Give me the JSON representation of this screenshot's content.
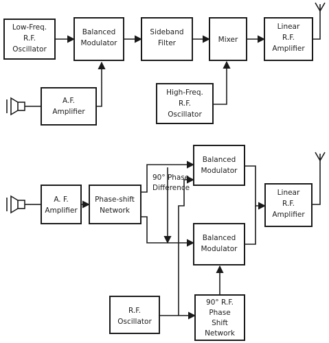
{
  "diagram_top": {
    "low_freq_osc": [
      "Low-Freq.",
      "R.F.",
      "Oscillator"
    ],
    "balanced_modulator": [
      "Balanced",
      "Modulator"
    ],
    "sideband_filter": [
      "Sideband",
      "Filter"
    ],
    "mixer": [
      "Mixer"
    ],
    "linear_amp": [
      "Linear",
      "R.F.",
      "Amplifier"
    ],
    "af_amp": [
      "A.F.",
      "Amplifier"
    ],
    "high_freq_osc": [
      "High-Freq.",
      "R.F.",
      "Oscillator"
    ]
  },
  "diagram_bottom": {
    "af_amp": [
      "A. F.",
      "Amplifier"
    ],
    "phase_shift_network": [
      "Phase-shift",
      "Network"
    ],
    "balanced_modulator_upper": [
      "Balanced",
      "Modulator"
    ],
    "balanced_modulator_lower": [
      "Balanced",
      "Modulator"
    ],
    "phase_difference_label": [
      "90° Phase",
      "Difference"
    ],
    "linear_amp": [
      "Linear",
      "R.F.",
      "Amplifier"
    ],
    "rf_osc": [
      "R.F.",
      "Oscillator"
    ],
    "rf_phase_shift": [
      "90° R.F.",
      "Phase",
      "Shift",
      "Network"
    ]
  }
}
